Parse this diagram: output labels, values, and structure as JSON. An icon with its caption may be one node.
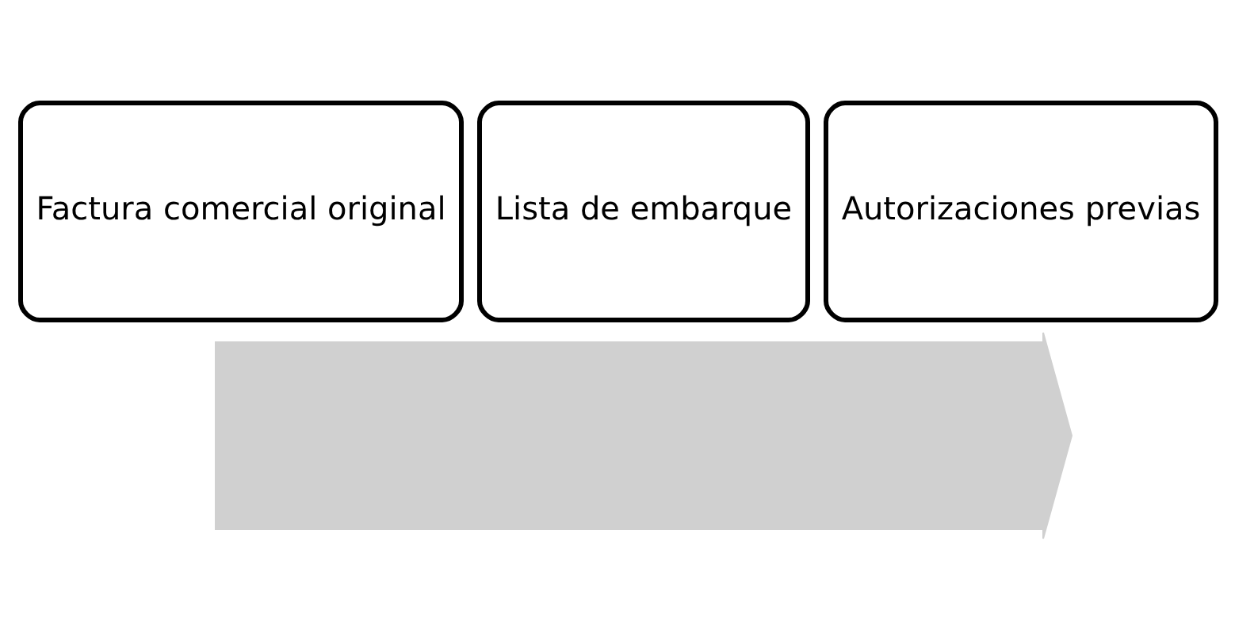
{
  "diagram": {
    "nodes": [
      {
        "text": [],
        "shape": "arrow"
      },
      {
        "text": [
          "Factura comercial original"
        ]
      },
      {
        "text": [
          "Lista de embarque"
        ]
      },
      {
        "text": [
          "Autorizaciones previas"
        ]
      }
    ],
    "edges": []
  }
}
